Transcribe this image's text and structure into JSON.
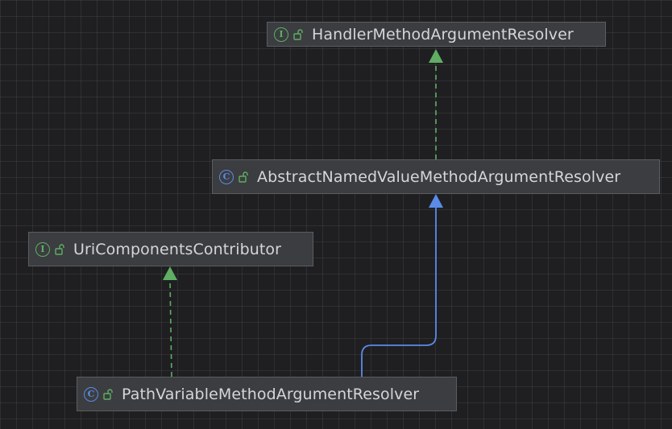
{
  "colors": {
    "background": "#1f1f22",
    "node_fill": "#3b3d40",
    "node_border": "#5a5d61",
    "text": "#d4d6d9",
    "interface_accent": "#5fae63",
    "class_accent": "#5b8be8",
    "implements_edge": "#5fae63",
    "extends_edge": "#5b8be8"
  },
  "nodes": [
    {
      "id": "handler",
      "kind": "interface",
      "kind_glyph": "I",
      "visibility_icon": "public-open-lock-icon",
      "name": "HandlerMethodArgumentResolver"
    },
    {
      "id": "abstract",
      "kind": "class",
      "kind_glyph": "C",
      "visibility_icon": "public-open-lock-icon",
      "name": "AbstractNamedValueMethodArgumentResolver"
    },
    {
      "id": "uri",
      "kind": "interface",
      "kind_glyph": "I",
      "visibility_icon": "public-open-lock-icon",
      "name": "UriComponentsContributor"
    },
    {
      "id": "path",
      "kind": "class",
      "kind_glyph": "C",
      "visibility_icon": "public-open-lock-icon",
      "name": "PathVariableMethodArgumentResolver"
    }
  ],
  "edges": [
    {
      "from": "abstract",
      "to": "handler",
      "type": "implements",
      "style": "dashed"
    },
    {
      "from": "path",
      "to": "abstract",
      "type": "extends",
      "style": "solid"
    },
    {
      "from": "path",
      "to": "uri",
      "type": "implements",
      "style": "dashed"
    }
  ]
}
